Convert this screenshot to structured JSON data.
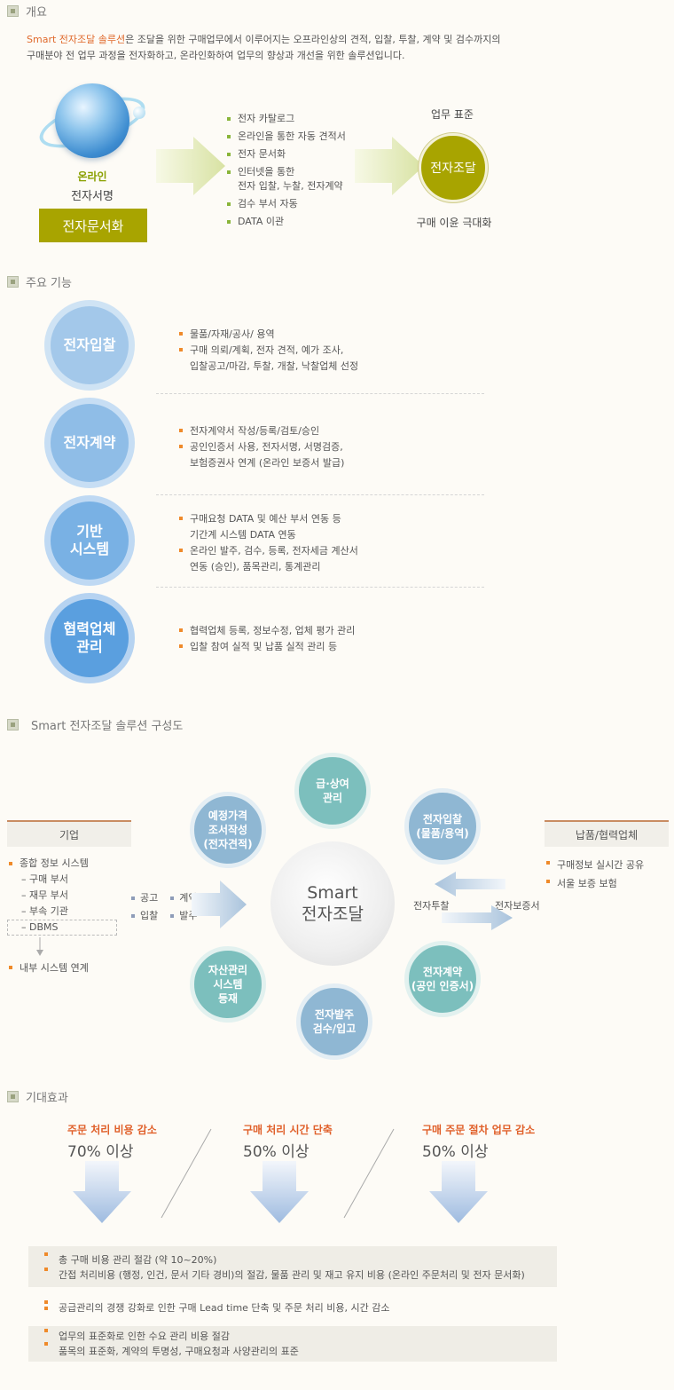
{
  "overview": {
    "title": "개요",
    "intro_highlight": "Smart 전자조달 솔루션",
    "intro_rest1": "은 조달을 위한 구매업무에서 이루어지는 오프라인상의 견적, 입찰, 투찰, 계약 및 검수까지의",
    "intro_line2": "구매분야 전 업무 과정을 전자화하고, 온라인화하여 업무의 향상과 개선을 위한 솔루션입니다.",
    "online_label": "온라인",
    "signature_label": "전자서명",
    "doc_button": "전자문서화",
    "features": [
      "전자 카탈로그",
      "온라인을 통한 자동 견적서",
      "전자 문서화",
      "인터넷을 통한",
      "전자 입찰, 누찰, 전자계약",
      "검수 부서 자동",
      "DATA 이관"
    ],
    "standard_label": "업무 표준",
    "circle_label": "전자조달",
    "benefit_label": "구매 이윤 극대화"
  },
  "functions": {
    "title": "주요 기능",
    "items": [
      {
        "label": "전자입찰",
        "lines": [
          "물품/자재/공사/ 용역",
          "구매 의뢰/계획, 전자 견적, 예가 조사,",
          "입찰공고/마감, 투찰, 개찰, 낙찰업체 선정"
        ]
      },
      {
        "label": "전자계약",
        "lines": [
          "전자계약서 작성/등록/검토/승인",
          "공인인증서 사용, 전자서명, 서명검증,",
          "보험증권사 연계 (온라인 보증서 발급)"
        ]
      },
      {
        "label": "기반\n시스템",
        "lines": [
          "구매요청 DATA 및 예산 부서 연동 등",
          "기간계 시스템 DATA 연동",
          "온라인 발주, 검수, 등록, 전자세금 계산서",
          "연동 (승인), 품목관리, 통계관리"
        ]
      },
      {
        "label": "협력업체\n관리",
        "lines": [
          "협력업체 등록, 정보수정, 업체 평가 관리",
          "입찰 참여 실적 및 납품 실적 관리 등"
        ]
      }
    ]
  },
  "architecture": {
    "title": "Smart 전자조달 솔루션 구성도",
    "left_box": "기업",
    "right_box": "납품/협력업체",
    "left_items": [
      "종합 정보 시스템",
      "– 구매 부서",
      "– 재무 부서",
      "– 부속 기관",
      "– DBMS"
    ],
    "left_bottom": "내부 시스템 연계",
    "mid_tags": [
      "공고",
      "계약",
      "입찰",
      "발주"
    ],
    "right_items": [
      "구매정보 실시간 공유",
      "서울 보증 보험"
    ],
    "center": "Smart\n전자조달",
    "nodes": {
      "top": "급·상여\n관리",
      "top_left": "예정가격\n조서작성\n(전자견적)",
      "top_right": "전자입찰\n(물품/용역)",
      "bottom_left": "자산관리\n시스템\n등재",
      "bottom": "전자발주\n검수/입고",
      "bottom_right": "전자계약\n(공인 인증서)"
    },
    "bid_label": "전자투찰",
    "guarantee_label": "전자보증서"
  },
  "effects": {
    "title": "기대효과",
    "stats": [
      {
        "label": "주문 처리 비용 감소",
        "value": "70% 이상"
      },
      {
        "label": "구매 처리 시간 단축",
        "value": "50% 이상"
      },
      {
        "label": "구매 주문 절차 업무 감소",
        "value": "50% 이상"
      }
    ],
    "boxes": [
      {
        "line1": "총 구매 비용 관리 절감 (약 10~20%)",
        "line2": "간접 처리비용 (행정, 인건, 문서 기타 경비)의 절감, 물품 관리 및 재고 유지 비용 (온라인 주문처리 및 전자 문서화)"
      },
      {
        "line1": "공급관리의 경쟁 강화로 인한 구매 Lead time 단축 및 주문 처리 비용, 시간 감소",
        "line2": ""
      },
      {
        "line1": "업무의 표준화로 인한 수요 관리 비용 절감",
        "line2": "품목의 표준화, 계약의 투명성, 구매요청과 사양관리의 표준"
      }
    ]
  }
}
